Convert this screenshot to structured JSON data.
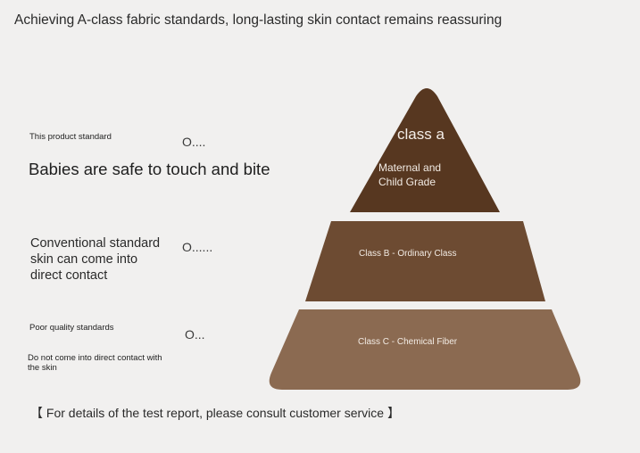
{
  "title": "Achieving A-class fabric standards, long-lasting skin contact remains reassuring",
  "left": {
    "product_label": "This product standard",
    "product_dots": "O....",
    "product_desc": "Babies are safe to touch and bite",
    "conventional_desc_1": "Conventional standard",
    "conventional_desc_2": "skin can come into",
    "conventional_desc_3": "direct contact",
    "conventional_dots": "O......",
    "poor_label": "Poor quality standards",
    "poor_dots": "O...",
    "poor_desc_1": "Do not come into direct contact with",
    "poor_desc_2": "the skin"
  },
  "pyramid": {
    "tier_a_title": "class a",
    "tier_a_sub_1": "Maternal and",
    "tier_a_sub_2": "Child Grade",
    "tier_b": "Class B - Ordinary Class",
    "tier_c": "Class C - Chemical Fiber",
    "colors": {
      "a": "#573720",
      "b": "#6d4b32",
      "c": "#8b6a51"
    }
  },
  "footer": "【 For details of the test report, please consult customer service 】"
}
